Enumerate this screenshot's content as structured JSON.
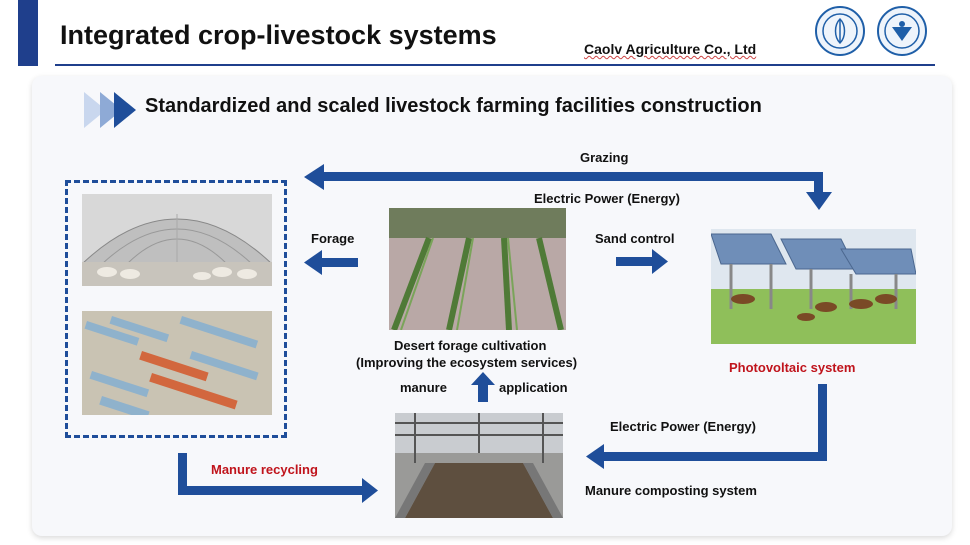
{
  "header": {
    "title": "Integrated crop-livestock systems",
    "company": "Caolv Agriculture Co., Ltd",
    "logos": [
      "fao-logo-icon",
      "university-emblem-icon"
    ]
  },
  "section": {
    "title": "Standardized and scaled livestock farming facilities construction"
  },
  "flow": {
    "grazing": "Grazing",
    "electric_power_top": "Electric Power (Energy)",
    "forage": "Forage",
    "sand_control": "Sand control",
    "desert_forage_line1": "Desert forage cultivation",
    "desert_forage_line2": "(Improving the ecosystem services)",
    "manure": "manure",
    "application": "application",
    "photovoltaic": "Photovoltaic system",
    "electric_power_bottom": "Electric Power (Energy)",
    "manure_recycling": "Manure recycling",
    "manure_composting": "Manure composting system"
  },
  "colors": {
    "brand_blue": "#1f4e9a",
    "header_blue": "#1f3f8c",
    "highlight_red": "#c0141c"
  }
}
